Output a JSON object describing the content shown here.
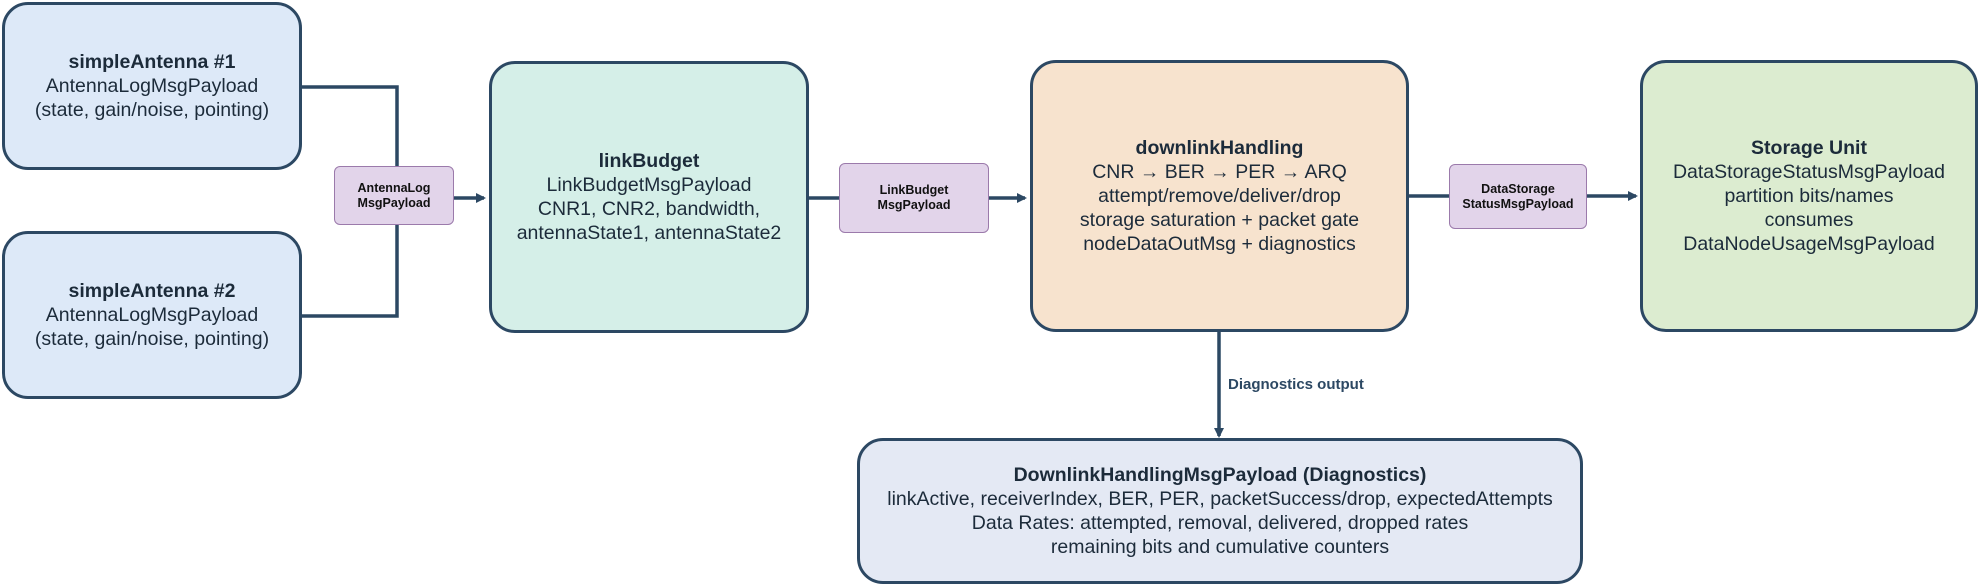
{
  "nodes": {
    "antenna1": {
      "title": "simpleAntenna #1",
      "lines": [
        "AntennaLogMsgPayload",
        "(state, gain/noise, pointing)"
      ]
    },
    "antenna2": {
      "title": "simpleAntenna #2",
      "lines": [
        "AntennaLogMsgPayload",
        "(state, gain/noise, pointing)"
      ]
    },
    "link_budget": {
      "title": "linkBudget",
      "lines": [
        "LinkBudgetMsgPayload",
        "CNR1, CNR2, bandwidth,",
        "antennaState1, antennaState2"
      ]
    },
    "downlink": {
      "title": "downlinkHandling",
      "lines": [
        "CNR → BER → PER → ARQ",
        "attempt/remove/deliver/drop",
        "storage saturation + packet gate",
        "nodeDataOutMsg + diagnostics"
      ]
    },
    "storage": {
      "title": "Storage Unit",
      "lines": [
        "DataStorageStatusMsgPayload",
        "partition bits/names",
        "consumes",
        "DataNodeUsageMsgPayload"
      ]
    },
    "diagnostics": {
      "title": "DownlinkHandlingMsgPayload (Diagnostics)",
      "lines": [
        "linkActive, receiverIndex, BER, PER, packetSuccess/drop, expectedAttempts",
        "Data Rates: attempted, removal, delivered, dropped rates",
        "remaining bits and cumulative counters"
      ]
    }
  },
  "messages": {
    "antenna_log": [
      "AntennaLog",
      "MsgPayload"
    ],
    "link_budget": [
      "LinkBudget",
      "MsgPayload"
    ],
    "data_storage": [
      "DataStorage",
      "StatusMsgPayload"
    ]
  },
  "edge_labels": {
    "diagnostics_output": "Diagnostics output"
  },
  "colors": {
    "stroke": "#2c4863",
    "antenna_fill": "#dde9f8",
    "link_budget_fill": "#d5efe8",
    "downlink_fill": "#f7e3ce",
    "storage_fill": "#dcecd0",
    "diagnostics_fill": "#e4e9f4",
    "message_fill": "#e2d4ea"
  }
}
